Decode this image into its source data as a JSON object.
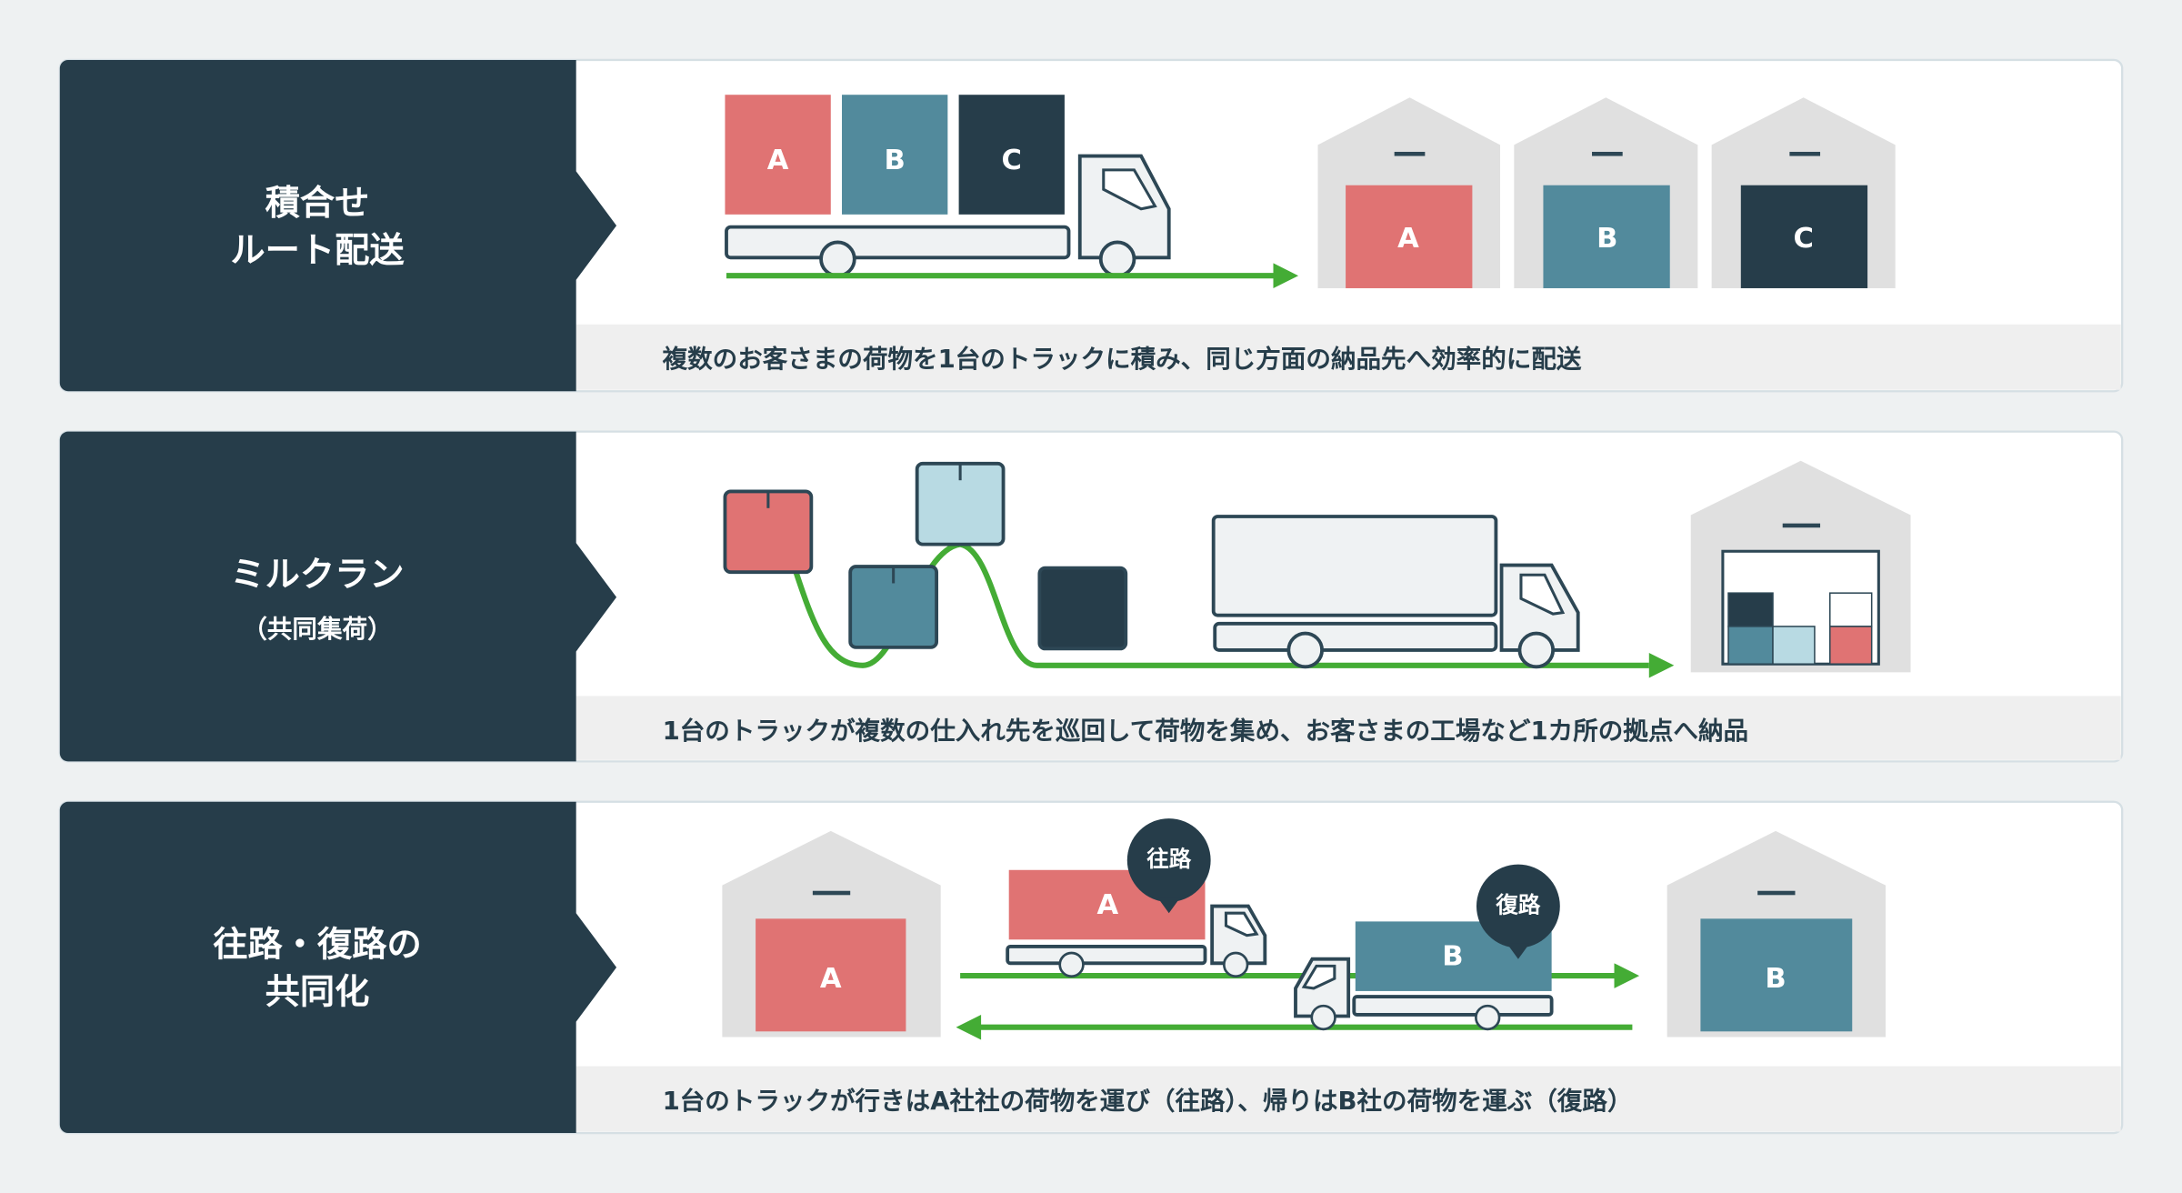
{
  "colors": {
    "dark": "#263d4a",
    "red": "#e07373",
    "blue": "#528a9c",
    "light_blue": "#b8dae3",
    "green": "#44ac35",
    "background": "#eef1f2"
  },
  "panels": [
    {
      "title_lines": [
        "積合せ",
        "ルート配送"
      ],
      "boxes": [
        "A",
        "B",
        "C"
      ],
      "warehouses": [
        "A",
        "B",
        "C"
      ],
      "caption": "複数のお客さまの荷物を1台のトラックに積み、同じ方面の納品先へ効率的に配送"
    },
    {
      "title_lines": [
        "ミルクラン"
      ],
      "subtitle": "（共同集荷）",
      "caption": "1台のトラックが複数の仕入れ先を巡回して荷物を集め、お客さまの工場など1カ所の拠点へ納品"
    },
    {
      "title_lines": [
        "往路・復路の",
        "共同化"
      ],
      "warehouses": [
        "A",
        "B"
      ],
      "truck_labels": [
        "A",
        "B"
      ],
      "bubbles": [
        "往路",
        "復路"
      ],
      "caption": "1台のトラックが行きはA社社の荷物を運び（往路）、帰りはB社の荷物を運ぶ（復路）"
    }
  ]
}
